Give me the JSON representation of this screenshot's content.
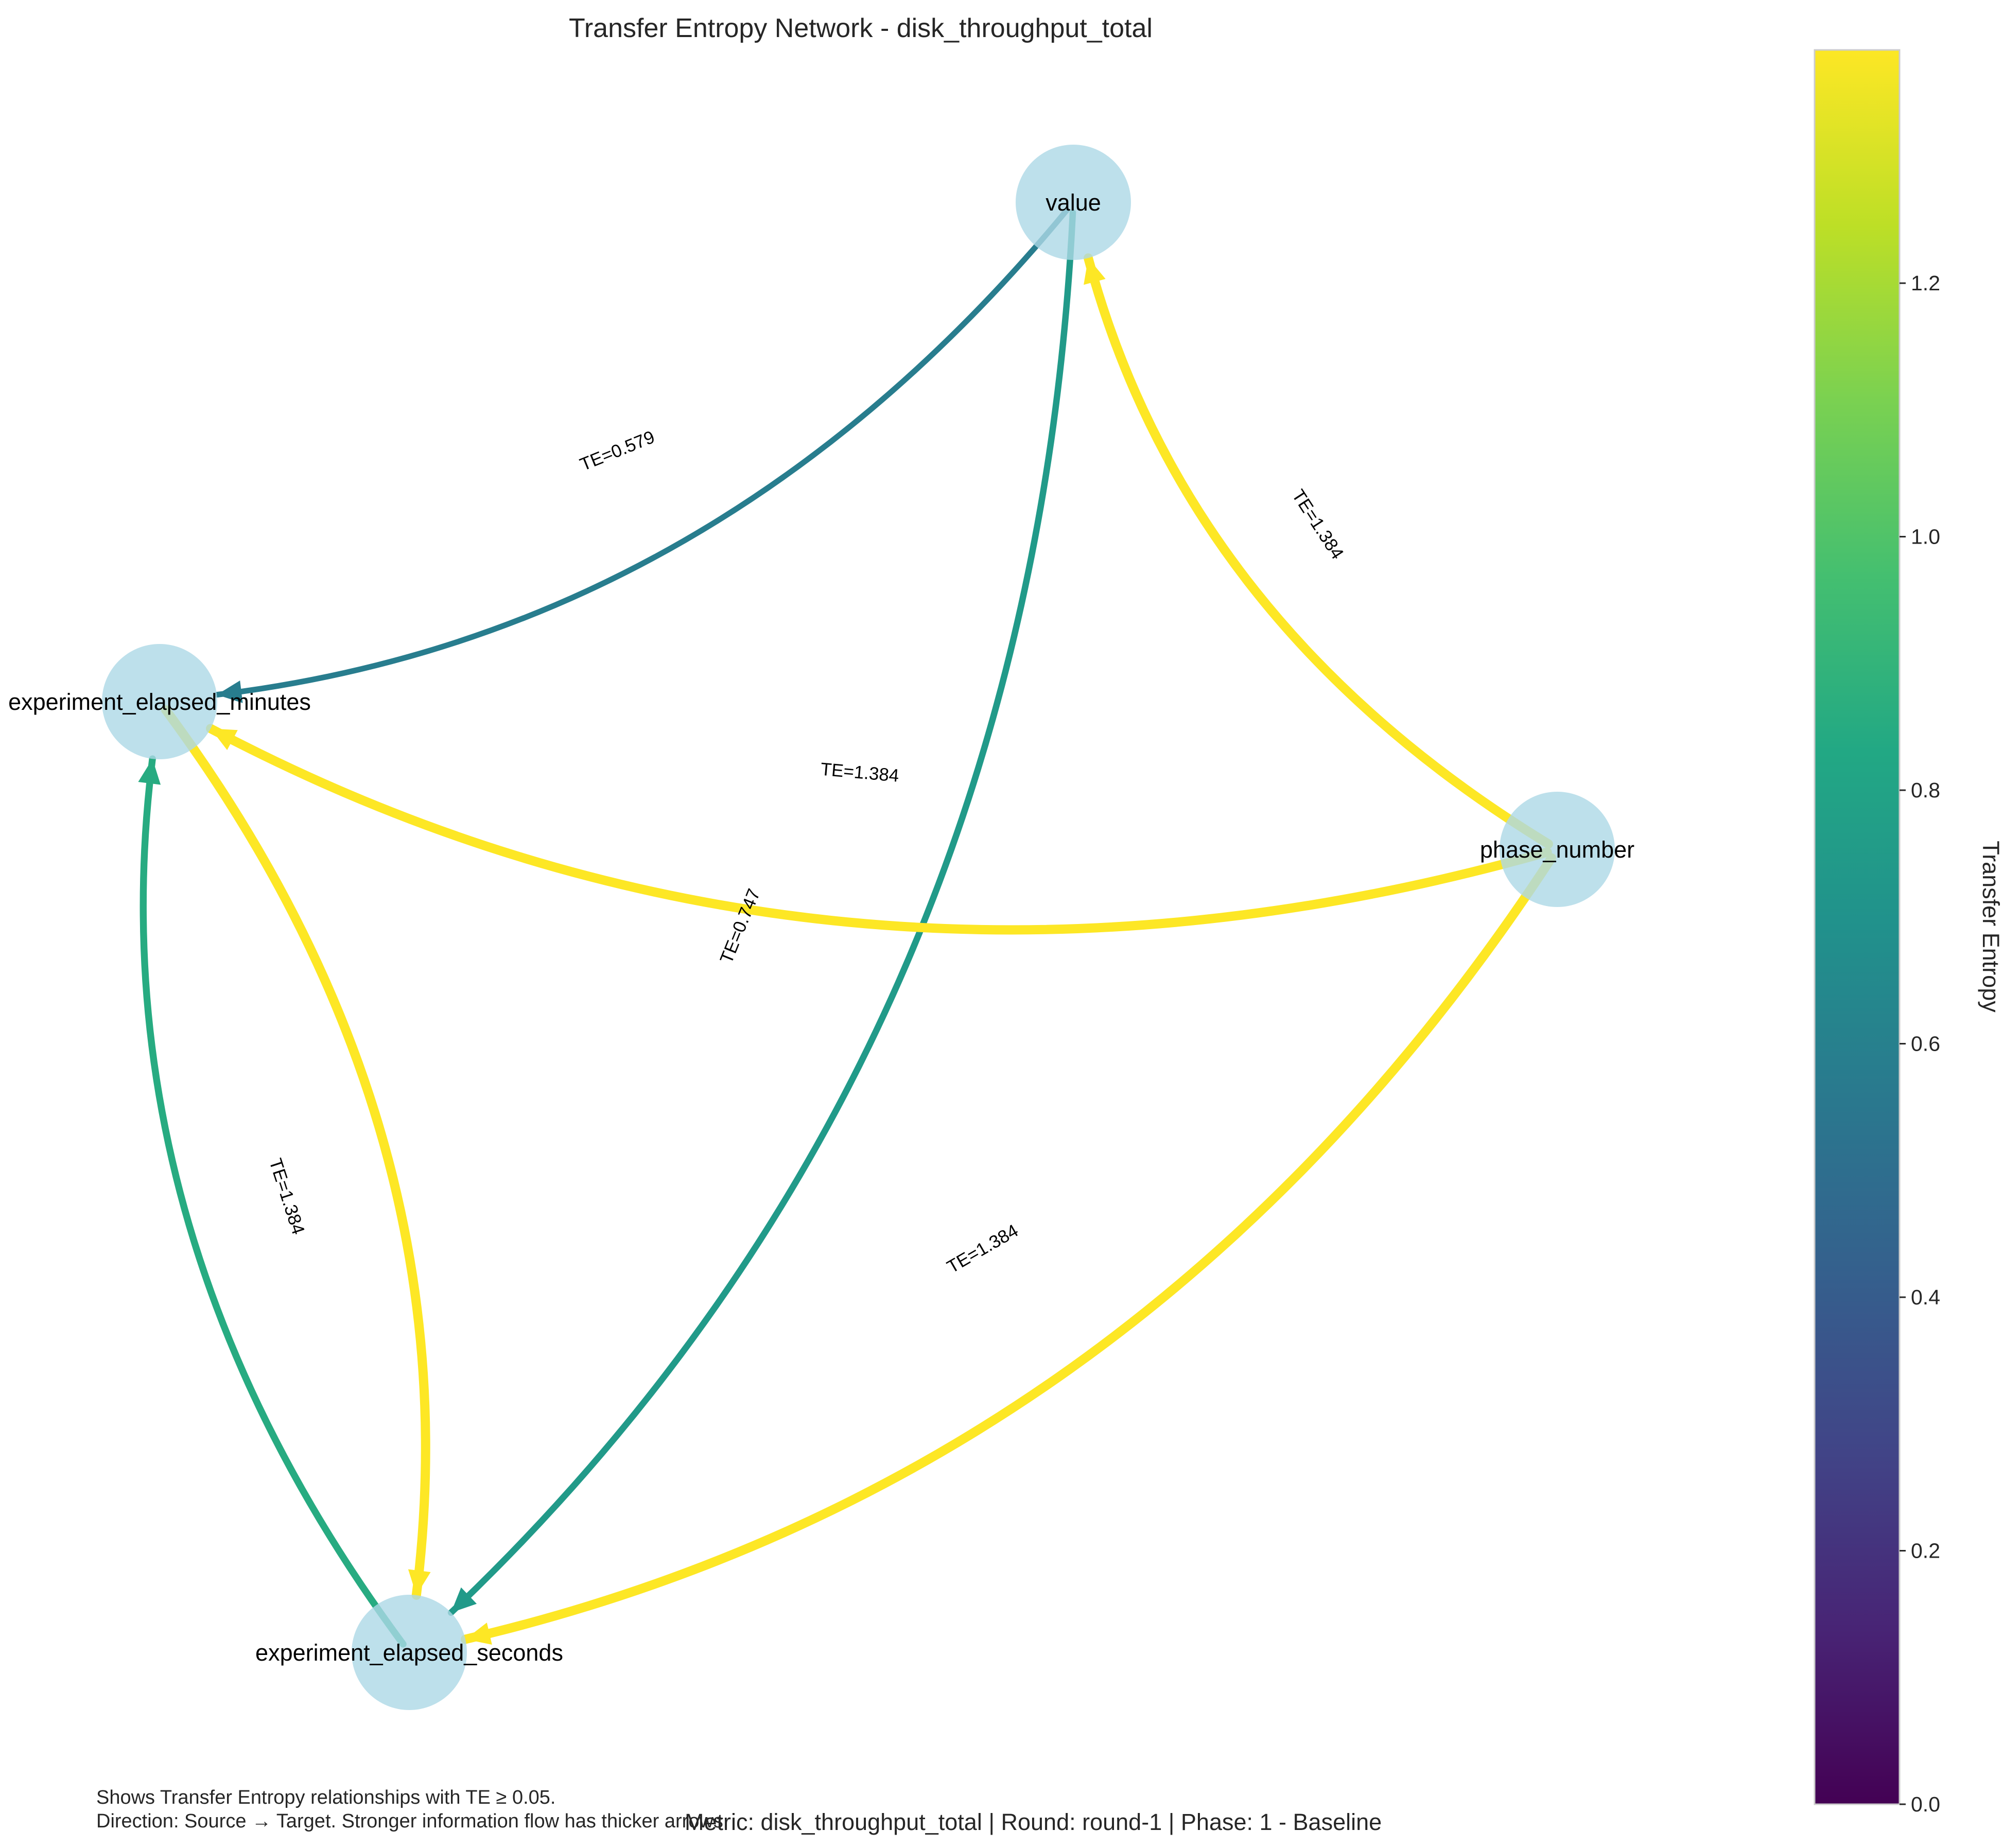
{
  "title": "Transfer Entropy Network - disk_throughput_total",
  "metric_caption": "Metric: disk_throughput_total | Round: round-1 | Phase: 1 - Baseline",
  "footer_lines": [
    "Shows Transfer Entropy relationships with TE ≥ 0.05.",
    "Direction: Source → Target. Stronger information flow has thicker arrows."
  ],
  "colorbar": {
    "label": "Transfer Entropy",
    "min": 0.0,
    "max": 1.384,
    "ticks": [
      "0.0",
      "0.2",
      "0.4",
      "0.6",
      "0.8",
      "1.0",
      "1.2"
    ],
    "tick_values": [
      0.0,
      0.2,
      0.4,
      0.6,
      0.8,
      1.0,
      1.2
    ],
    "colormap": "viridis"
  },
  "node_style": {
    "fill": "#add8e6",
    "opacity": 0.8
  },
  "nodes": [
    {
      "id": "value",
      "label": "value"
    },
    {
      "id": "experiment_elapsed_minutes",
      "label": "experiment_elapsed_minutes"
    },
    {
      "id": "phase_number",
      "label": "phase_number"
    },
    {
      "id": "experiment_elapsed_seconds",
      "label": "experiment_elapsed_seconds"
    }
  ],
  "edges": [
    {
      "source": "value",
      "target": "experiment_elapsed_minutes",
      "te": 0.579,
      "label": "TE=0.579"
    },
    {
      "source": "value",
      "target": "experiment_elapsed_seconds",
      "te": 0.747,
      "label": "TE=0.747"
    },
    {
      "source": "phase_number",
      "target": "value",
      "te": 1.384,
      "label": "TE=1.384"
    },
    {
      "source": "phase_number",
      "target": "experiment_elapsed_minutes",
      "te": 1.384,
      "label": "TE=1.384"
    },
    {
      "source": "phase_number",
      "target": "experiment_elapsed_seconds",
      "te": 1.384,
      "label": "TE=1.384"
    },
    {
      "source": "experiment_elapsed_minutes",
      "target": "experiment_elapsed_seconds",
      "te": 1.384,
      "label": "TE=1.384"
    },
    {
      "source": "experiment_elapsed_seconds",
      "target": "experiment_elapsed_minutes",
      "te": 0.85
    }
  ]
}
